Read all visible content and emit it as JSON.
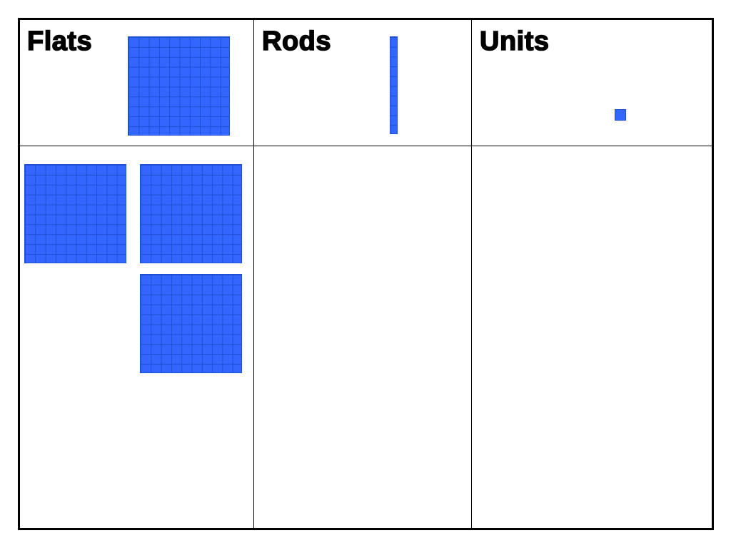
{
  "columns": [
    {
      "key": "flats",
      "heading": "Flats"
    },
    {
      "key": "rods",
      "heading": "Rods"
    },
    {
      "key": "units",
      "heading": "Units"
    }
  ],
  "legend_blocks": {
    "flat": 1,
    "rod": 1,
    "unit": 1
  },
  "placed_blocks": {
    "flats": 3,
    "rods": 0,
    "units": 0
  },
  "colors": {
    "block_fill": "#3366ff",
    "block_grid": "#1e4fd0",
    "border": "#000000"
  }
}
